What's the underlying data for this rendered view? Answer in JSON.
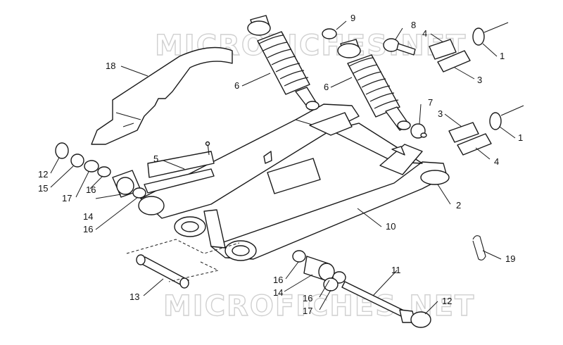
{
  "watermark": {
    "text": "MICROFICHES.NET"
  },
  "callouts": [
    {
      "id": "c9",
      "label": "9"
    },
    {
      "id": "c8",
      "label": "8"
    },
    {
      "id": "c4a",
      "label": "4"
    },
    {
      "id": "c1a",
      "label": "1"
    },
    {
      "id": "c3a",
      "label": "3"
    },
    {
      "id": "c18",
      "label": "18"
    },
    {
      "id": "c6a",
      "label": "6"
    },
    {
      "id": "c6b",
      "label": "6"
    },
    {
      "id": "c7",
      "label": "7"
    },
    {
      "id": "c3b",
      "label": "3"
    },
    {
      "id": "c1b",
      "label": "1"
    },
    {
      "id": "c4b",
      "label": "4"
    },
    {
      "id": "c5",
      "label": "5"
    },
    {
      "id": "c12a",
      "label": "12"
    },
    {
      "id": "c15",
      "label": "15"
    },
    {
      "id": "c17a",
      "label": "17"
    },
    {
      "id": "c16a",
      "label": "16"
    },
    {
      "id": "c14a",
      "label": "14"
    },
    {
      "id": "c16b",
      "label": "16"
    },
    {
      "id": "c2",
      "label": "2"
    },
    {
      "id": "c10",
      "label": "10"
    },
    {
      "id": "c19",
      "label": "19"
    },
    {
      "id": "c11",
      "label": "11"
    },
    {
      "id": "c13",
      "label": "13"
    },
    {
      "id": "c16c",
      "label": "16"
    },
    {
      "id": "c14b",
      "label": "14"
    },
    {
      "id": "c12b",
      "label": "12"
    },
    {
      "id": "c16d",
      "label": "16"
    },
    {
      "id": "c17b",
      "label": "17"
    }
  ]
}
